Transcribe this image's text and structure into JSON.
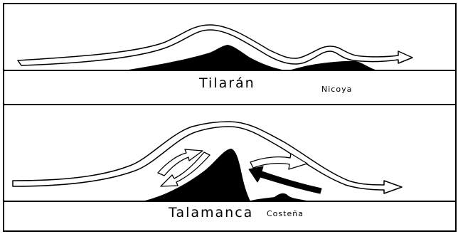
{
  "panels": {
    "top": {
      "main_range_label": "Tilarán",
      "secondary_range_label": "Nicoya"
    },
    "bottom": {
      "main_range_label": "Talamanca",
      "secondary_range_label": "Costeña"
    }
  },
  "colors": {
    "ink": "#000000",
    "arrow_fill": "#ffffff",
    "background": "#ffffff"
  }
}
